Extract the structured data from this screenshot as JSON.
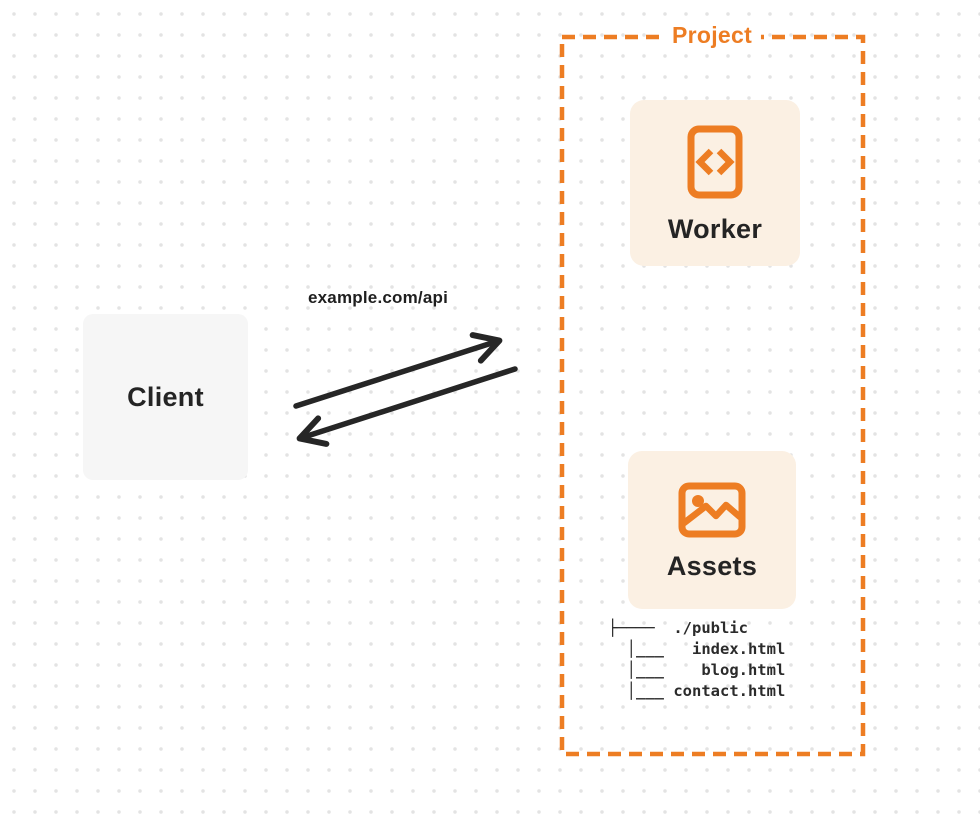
{
  "colors": {
    "accent_orange": "#ed7d23",
    "card_cream": "#fbf0e3",
    "client_gray": "#f6f6f6",
    "arrow_ink": "#262626",
    "text_ink": "#242424",
    "dot_grid": "#e3e3e3"
  },
  "client": {
    "label": "Client"
  },
  "request": {
    "url_label": "example.com/api"
  },
  "project": {
    "label": "Project",
    "worker": {
      "label": "Worker",
      "icon": "code-document-icon"
    },
    "assets": {
      "label": "Assets",
      "icon": "image-icon"
    },
    "file_tree": {
      "lines": [
        "├────  ./public",
        "  │___   index.html",
        "  │___    blog.html",
        "  │___ contact.html"
      ]
    }
  }
}
